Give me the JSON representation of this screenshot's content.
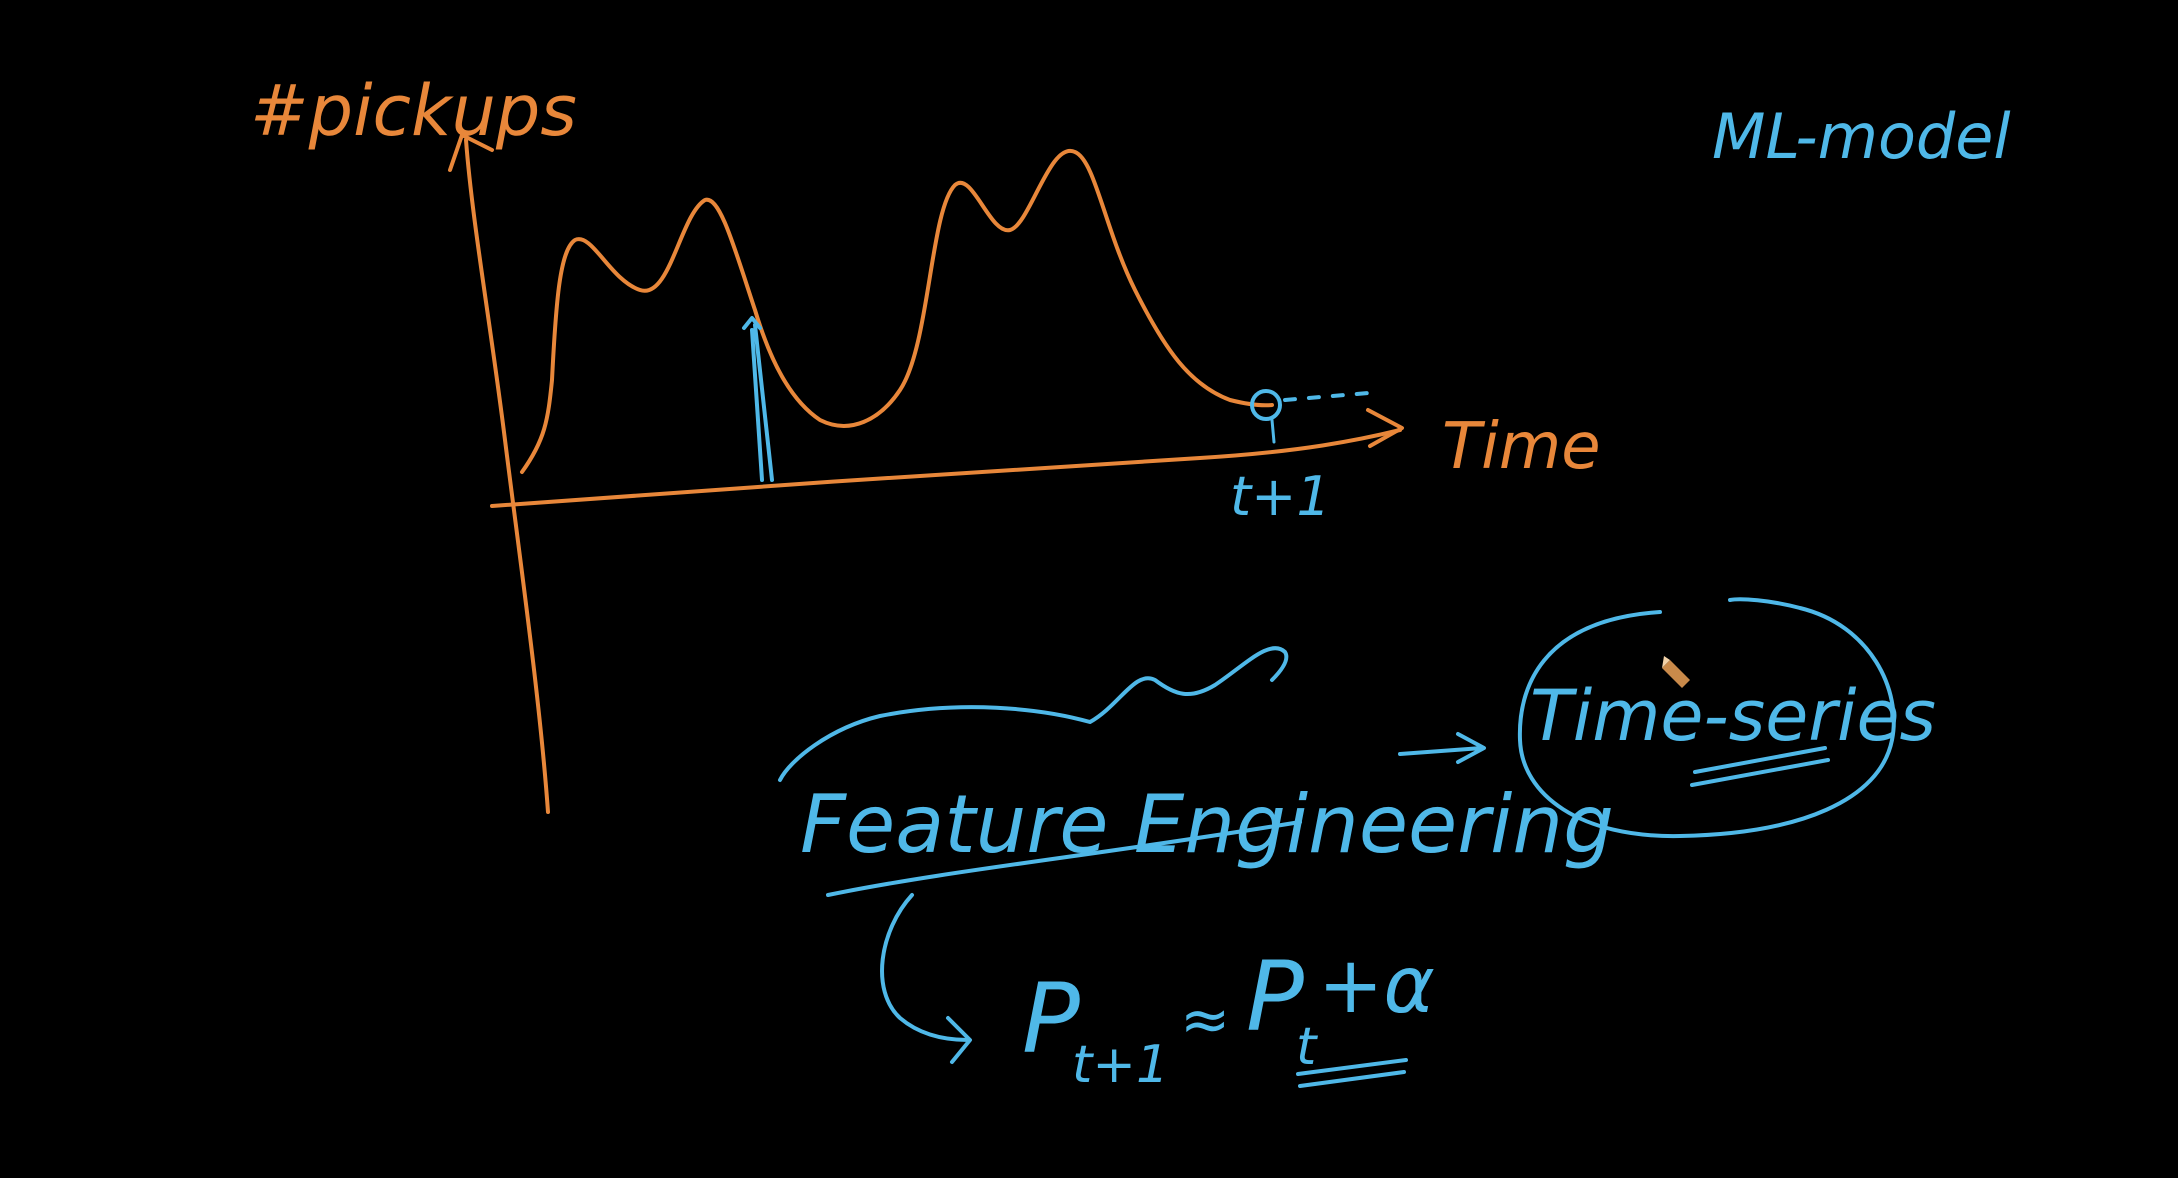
{
  "diagram": {
    "ylabel": "#pickups",
    "xlabel": "Time",
    "tick_label": "t+1",
    "corner_label": "ML-model",
    "box_left": "Feature Engineering",
    "box_right": "Time-series",
    "formula": {
      "left": "P",
      "left_sub": "t+1",
      "approx": "≈",
      "right": "P",
      "right_sub": "t",
      "tail": "+α"
    },
    "colors": {
      "background": "#000000",
      "plot_ink": "#E8873A",
      "annotation_ink": "#4FB8E8"
    }
  }
}
